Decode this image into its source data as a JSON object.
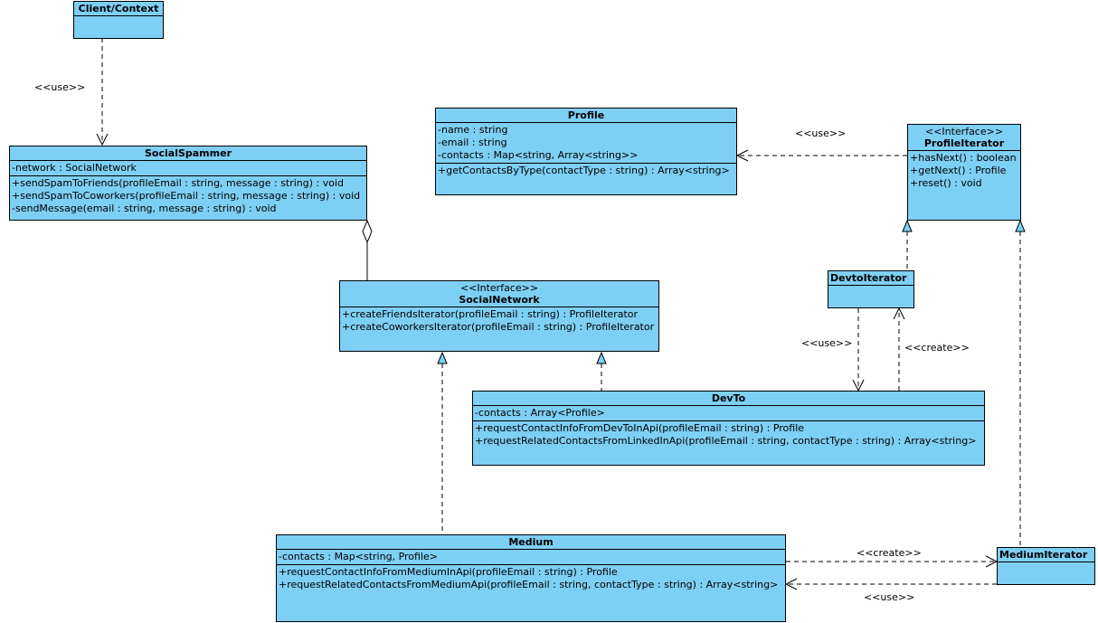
{
  "classes": {
    "client_context": {
      "name": "Client/Context"
    },
    "social_spammer": {
      "name": "SocialSpammer",
      "attributes": [
        "-network : SocialNetwork"
      ],
      "operations": [
        "+sendSpamToFriends(profileEmail : string, message : string) : void",
        "+sendSpamToCoworkers(profileEmail : string, message : string) : void",
        "-sendMessage(email : string, message : string) : void"
      ]
    },
    "profile": {
      "name": "Profile",
      "attributes": [
        "-name : string",
        "-email : string",
        "-contacts : Map<string, Array<string>>"
      ],
      "operations": [
        "+getContactsByType(contactType : string) : Array<string>"
      ]
    },
    "profile_iterator": {
      "stereotype": "<<Interface>>",
      "name": "ProfileIterator",
      "operations": [
        "+hasNext() : boolean",
        "+getNext() : Profile",
        "+reset() : void"
      ]
    },
    "social_network": {
      "stereotype": "<<Interface>>",
      "name": "SocialNetwork",
      "operations": [
        "+createFriendsIterator(profileEmail : string) : ProfileIterator",
        "+createCoworkersIterator(profileEmail : string) : ProfileIterator"
      ]
    },
    "devto_iterator": {
      "name": "DevtoIterator"
    },
    "devto": {
      "name": "DevTo",
      "attributes": [
        "-contacts : Array<Profile>"
      ],
      "operations": [
        "+requestContactInfoFromDevToInApi(profileEmail : string) : Profile",
        "+requestRelatedContactsFromLinkedInApi(profileEmail : string, contactType : string) : Array<string>"
      ]
    },
    "medium": {
      "name": "Medium",
      "attributes": [
        "-contacts : Map<string, Profile>"
      ],
      "operations": [
        "+requestContactInfoFromMediumInApi(profileEmail : string) : Profile",
        "+requestRelatedContactsFromMediumApi(profileEmail : string, contactType : string) : Array<string>"
      ]
    },
    "medium_iterator": {
      "name": "MediumIterator"
    }
  },
  "relation_labels": {
    "client_use": "<<use>>",
    "iterator_profile_use": "<<use>>",
    "devto_iterator_use": "<<use>>",
    "devto_iterator_create": "<<create>>",
    "medium_iterator_create": "<<create>>",
    "medium_iterator_use": "<<use>>"
  },
  "colors": {
    "class_fill": "#7ecff4",
    "line": "#000000",
    "background": "#ffffff"
  }
}
